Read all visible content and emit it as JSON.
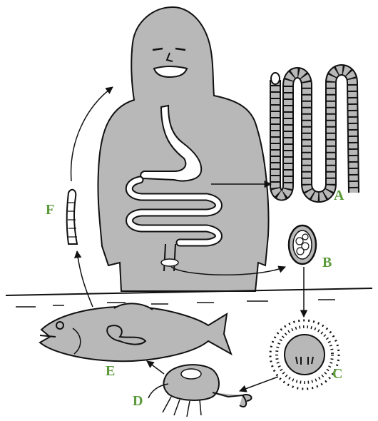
{
  "diagram": {
    "label_color": "#5a9a3a",
    "line_color": "#111111",
    "body_fill": "#b8b8b8",
    "labels": {
      "a": "A",
      "b": "B",
      "c": "C",
      "d": "D",
      "e": "E",
      "f": "F"
    }
  }
}
